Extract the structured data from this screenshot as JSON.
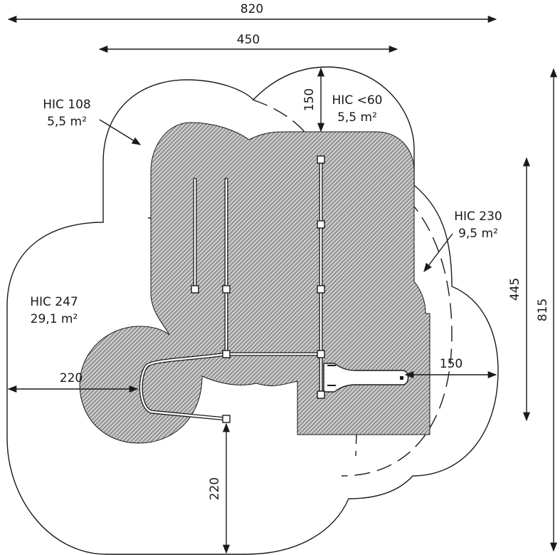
{
  "dimensions": {
    "total_width": "820",
    "inner_width": "450",
    "total_height": "815",
    "inner_height": "445",
    "top_offset": "150",
    "left_offset": "220",
    "bottom_offset": "220",
    "right_offset": "150"
  },
  "zones": [
    {
      "hic": "HIC 108",
      "area": "5,5 m²"
    },
    {
      "hic": "HIC <60",
      "area": "5,5 m²"
    },
    {
      "hic": "HIC 230",
      "area": "9,5 m²"
    },
    {
      "hic": "HIC 247",
      "area": "29,1 m²"
    }
  ],
  "colors": {
    "line": "#1a1a1a",
    "hatch": "#1a1a1a",
    "background": "#ffffff"
  }
}
